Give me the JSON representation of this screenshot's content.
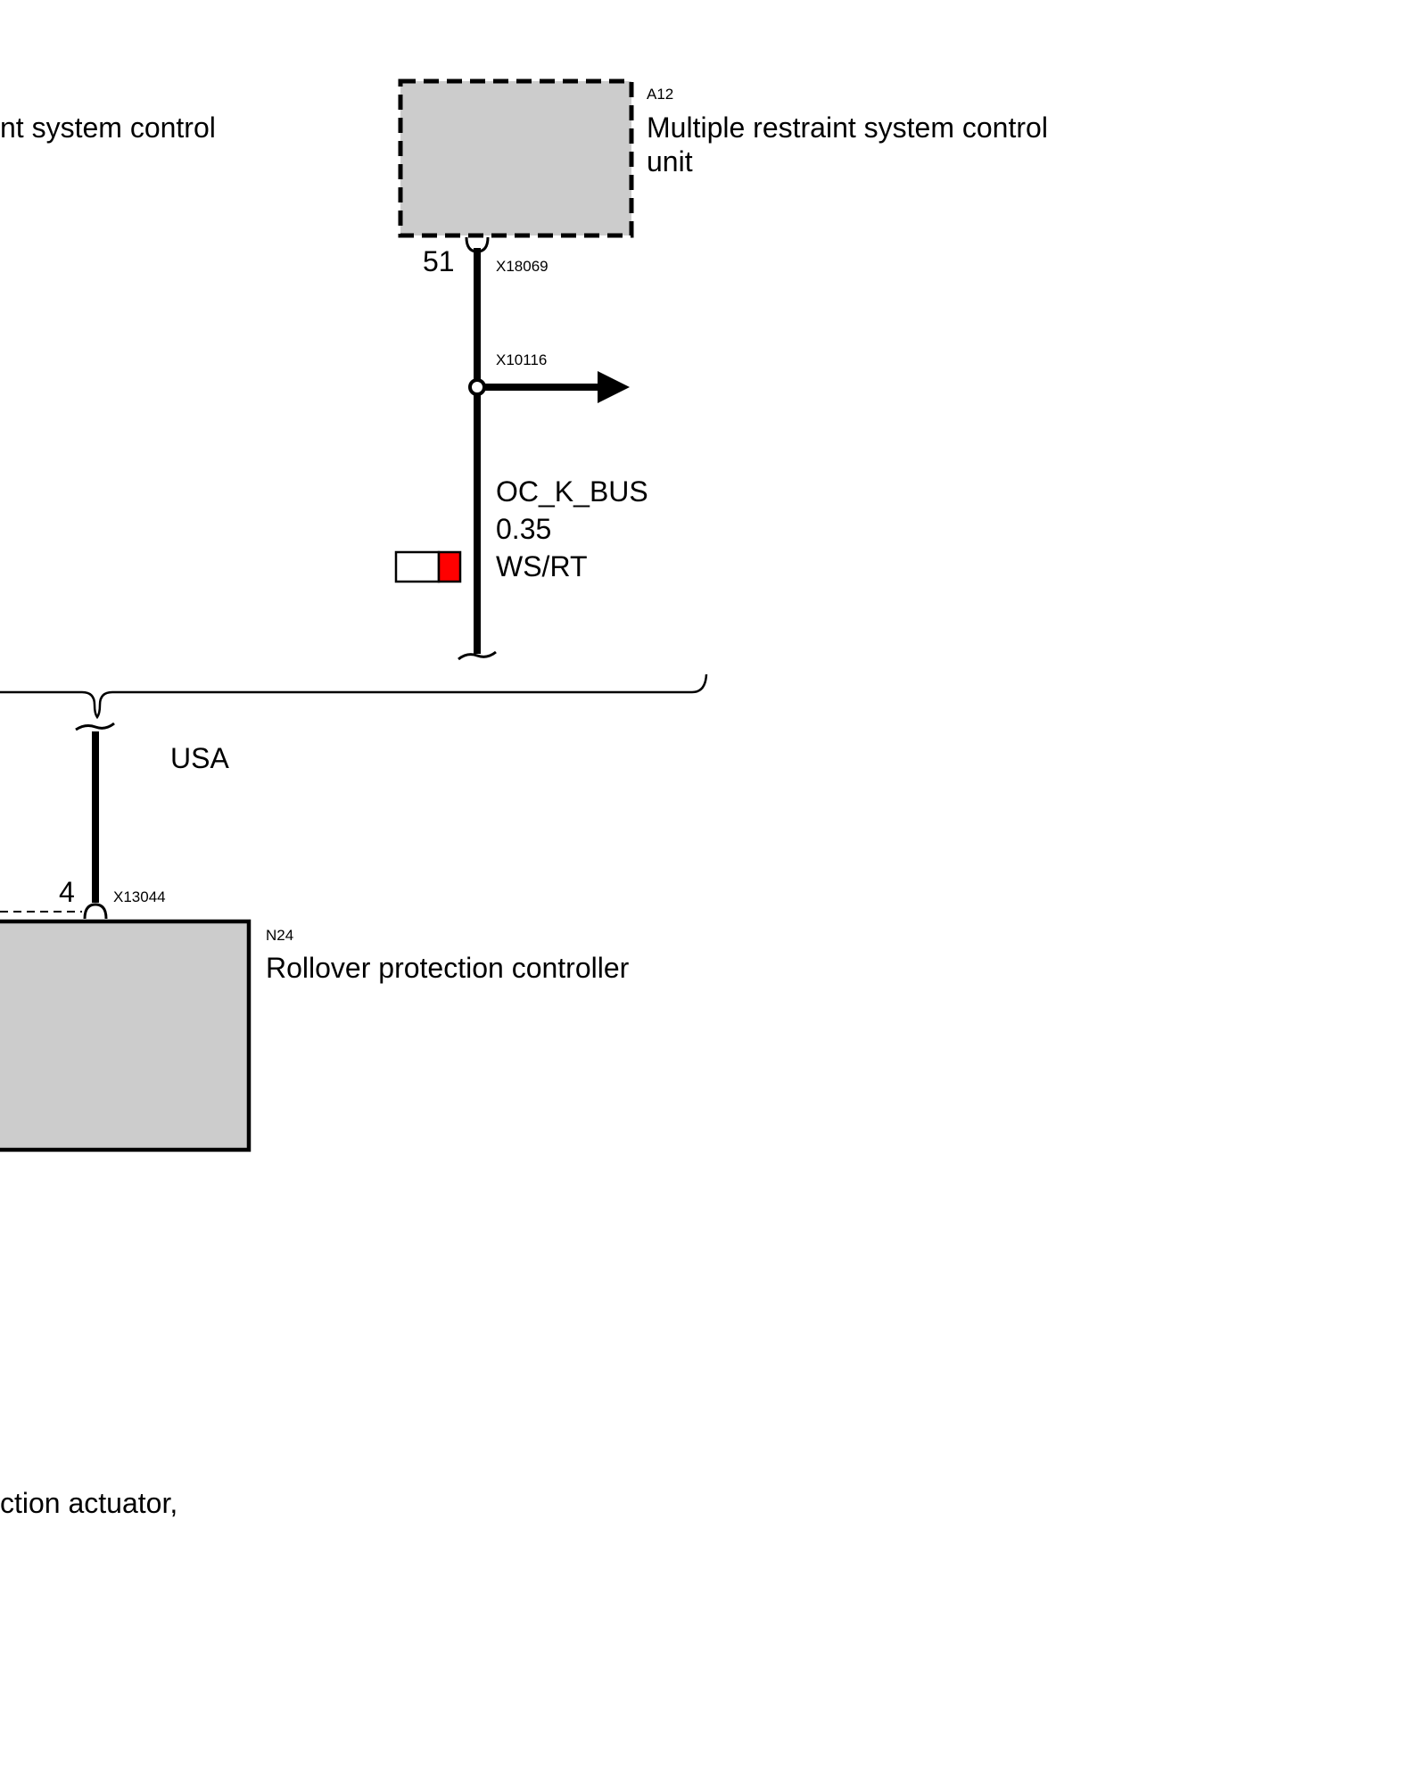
{
  "components": {
    "a12": {
      "id": "A12",
      "name_line1": "Multiple restraint system control",
      "name_line2": "unit"
    },
    "n24": {
      "id": "N24",
      "name": "Rollover protection controller"
    },
    "left_partial_top": "nt system control",
    "left_partial_bottom": "ction actuator,"
  },
  "connectors": {
    "a12_connector": {
      "id": "X18069",
      "pin": "51"
    },
    "splice": {
      "id": "X10116"
    },
    "n24_connector": {
      "id": "X13044",
      "pin": "4"
    }
  },
  "wire": {
    "signal": "OC_K_BUS",
    "gauge": "0.35",
    "color_code": "WS/RT",
    "color_primary": "#ffffff",
    "color_stripe": "#ff0000"
  },
  "variant": {
    "label": "USA"
  },
  "colors": {
    "module_fill": "#cccccc",
    "line": "#000000"
  }
}
